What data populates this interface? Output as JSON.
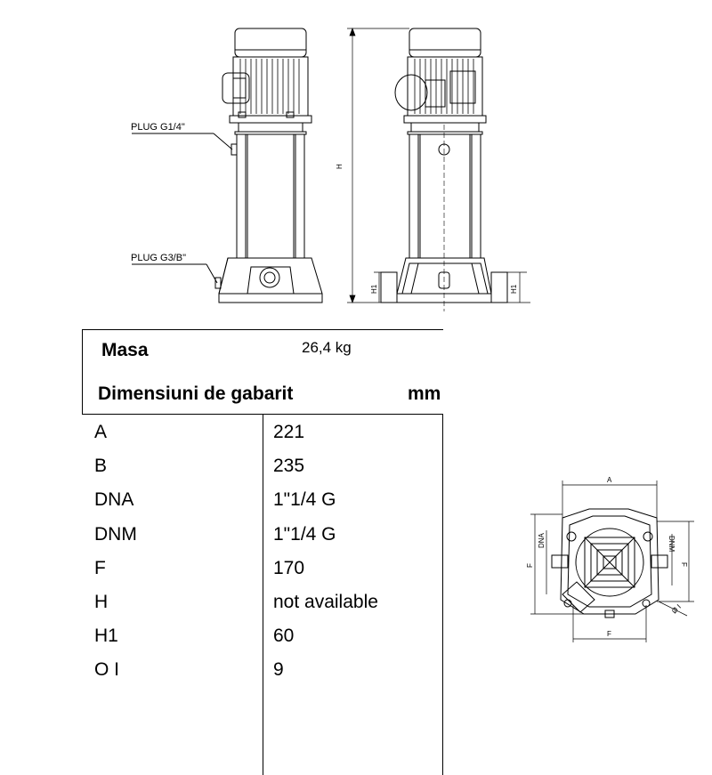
{
  "drawing": {
    "plug_top_label": "PLUG G1/4\"",
    "plug_bottom_label": "PLUG G3/B\"",
    "height_label": "H",
    "h1_label_left": "H1",
    "h1_label_right": "H1",
    "top_view_labels": {
      "a": "A",
      "dna": "DNA",
      "dnm": "DNM",
      "f_left": "F",
      "f_right": "F",
      "f_bottom": "F",
      "hole": "Ø I"
    }
  },
  "spec": {
    "masa_label": "Masa",
    "masa_value": "26,4 kg",
    "dimensions_title": "Dimensiuni de gabarit",
    "dimensions_unit": "mm",
    "rows": [
      {
        "key": "A",
        "value": "221"
      },
      {
        "key": "B",
        "value": "235"
      },
      {
        "key": "DNA",
        "value": "1\"1/4 G"
      },
      {
        "key": "DNM",
        "value": "1\"1/4 G"
      },
      {
        "key": "F",
        "value": "170"
      },
      {
        "key": "H",
        "value": "not available"
      },
      {
        "key": "H1",
        "value": "60"
      },
      {
        "key": "O I",
        "value": "9"
      }
    ]
  }
}
